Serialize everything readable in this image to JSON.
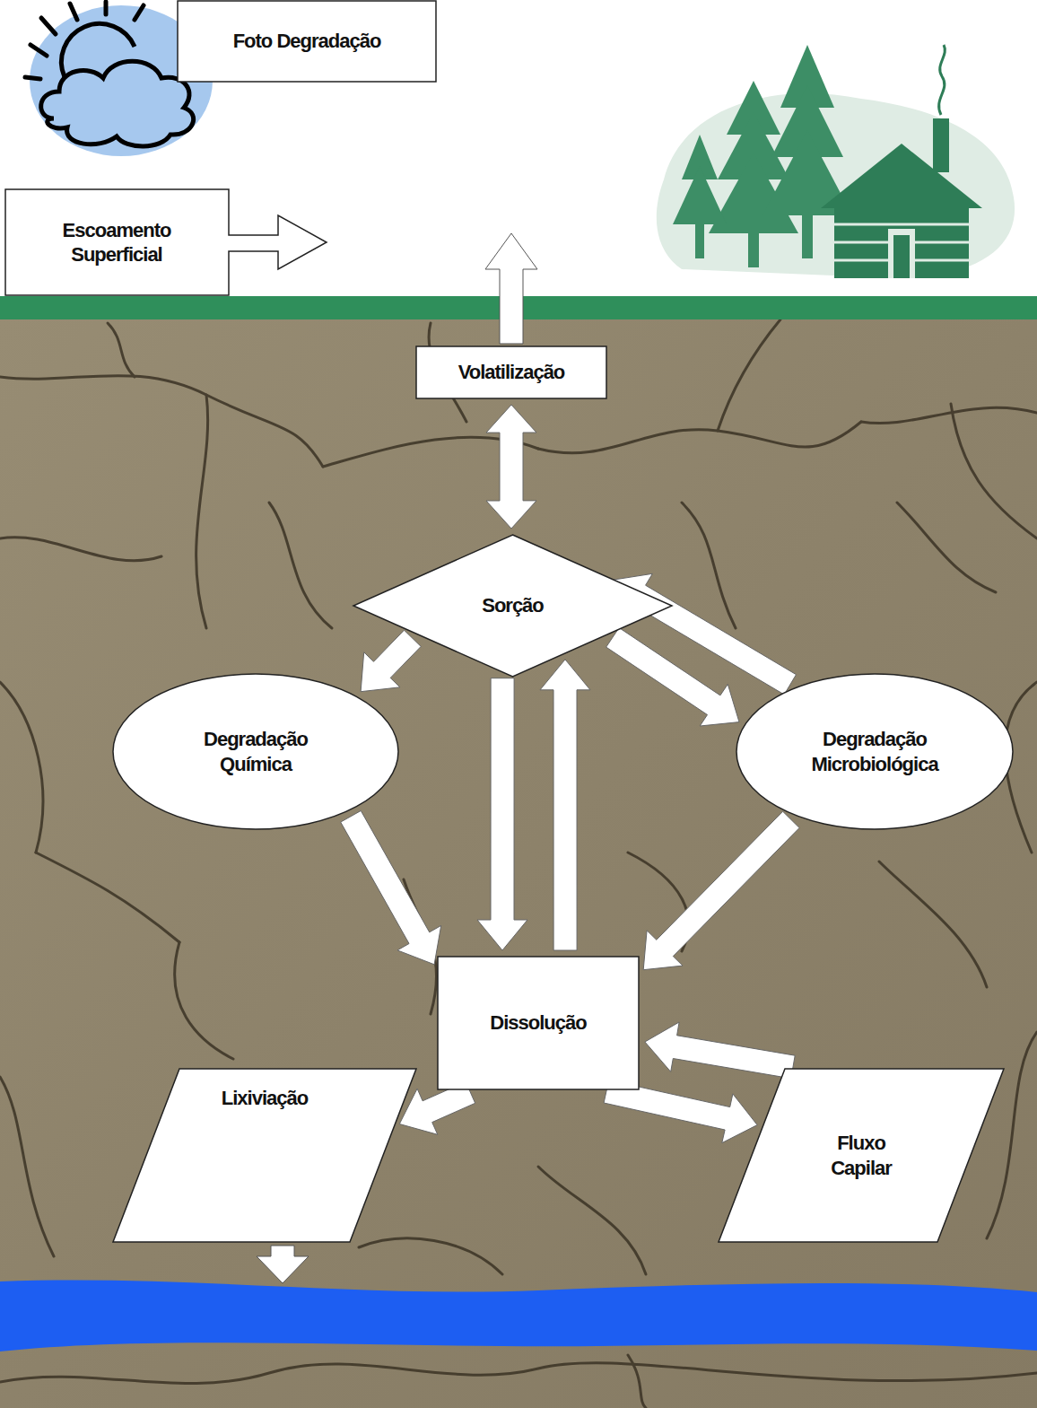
{
  "diagram": {
    "nodes": [
      {
        "text": [
          "Foto Degradação"
        ]
      },
      {
        "text": [
          "Escoamento Superficial"
        ]
      },
      {
        "text": [
          "Volatilização"
        ]
      },
      {
        "text": [
          "Sorção"
        ]
      },
      {
        "text": [
          "Degradação Química"
        ]
      },
      {
        "text": [
          "Degradação Microbiológica"
        ]
      },
      {
        "text": [
          "Dissolução"
        ]
      },
      {
        "text": [
          "Lixiviação"
        ]
      },
      {
        "text": [
          "Fluxo Capilar"
        ]
      }
    ],
    "edges": [
      {
        "from": 2,
        "to": 3,
        "arrow": "both"
      },
      {
        "from": 3,
        "to": 4,
        "arrow": "to"
      },
      {
        "from": 3,
        "to": 5,
        "arrow": "to"
      },
      {
        "from": 5,
        "to": 3,
        "arrow": "to"
      },
      {
        "from": 3,
        "to": 6,
        "arrow": "to"
      },
      {
        "from": 6,
        "to": 3,
        "arrow": "to"
      },
      {
        "from": 4,
        "to": 6,
        "arrow": "to"
      },
      {
        "from": 5,
        "to": 6,
        "arrow": "to"
      },
      {
        "from": 8,
        "to": 6,
        "arrow": "to"
      },
      {
        "from": 6,
        "to": 7,
        "arrow": "to"
      },
      {
        "from": 6,
        "to": 8,
        "arrow": "to"
      }
    ]
  }
}
